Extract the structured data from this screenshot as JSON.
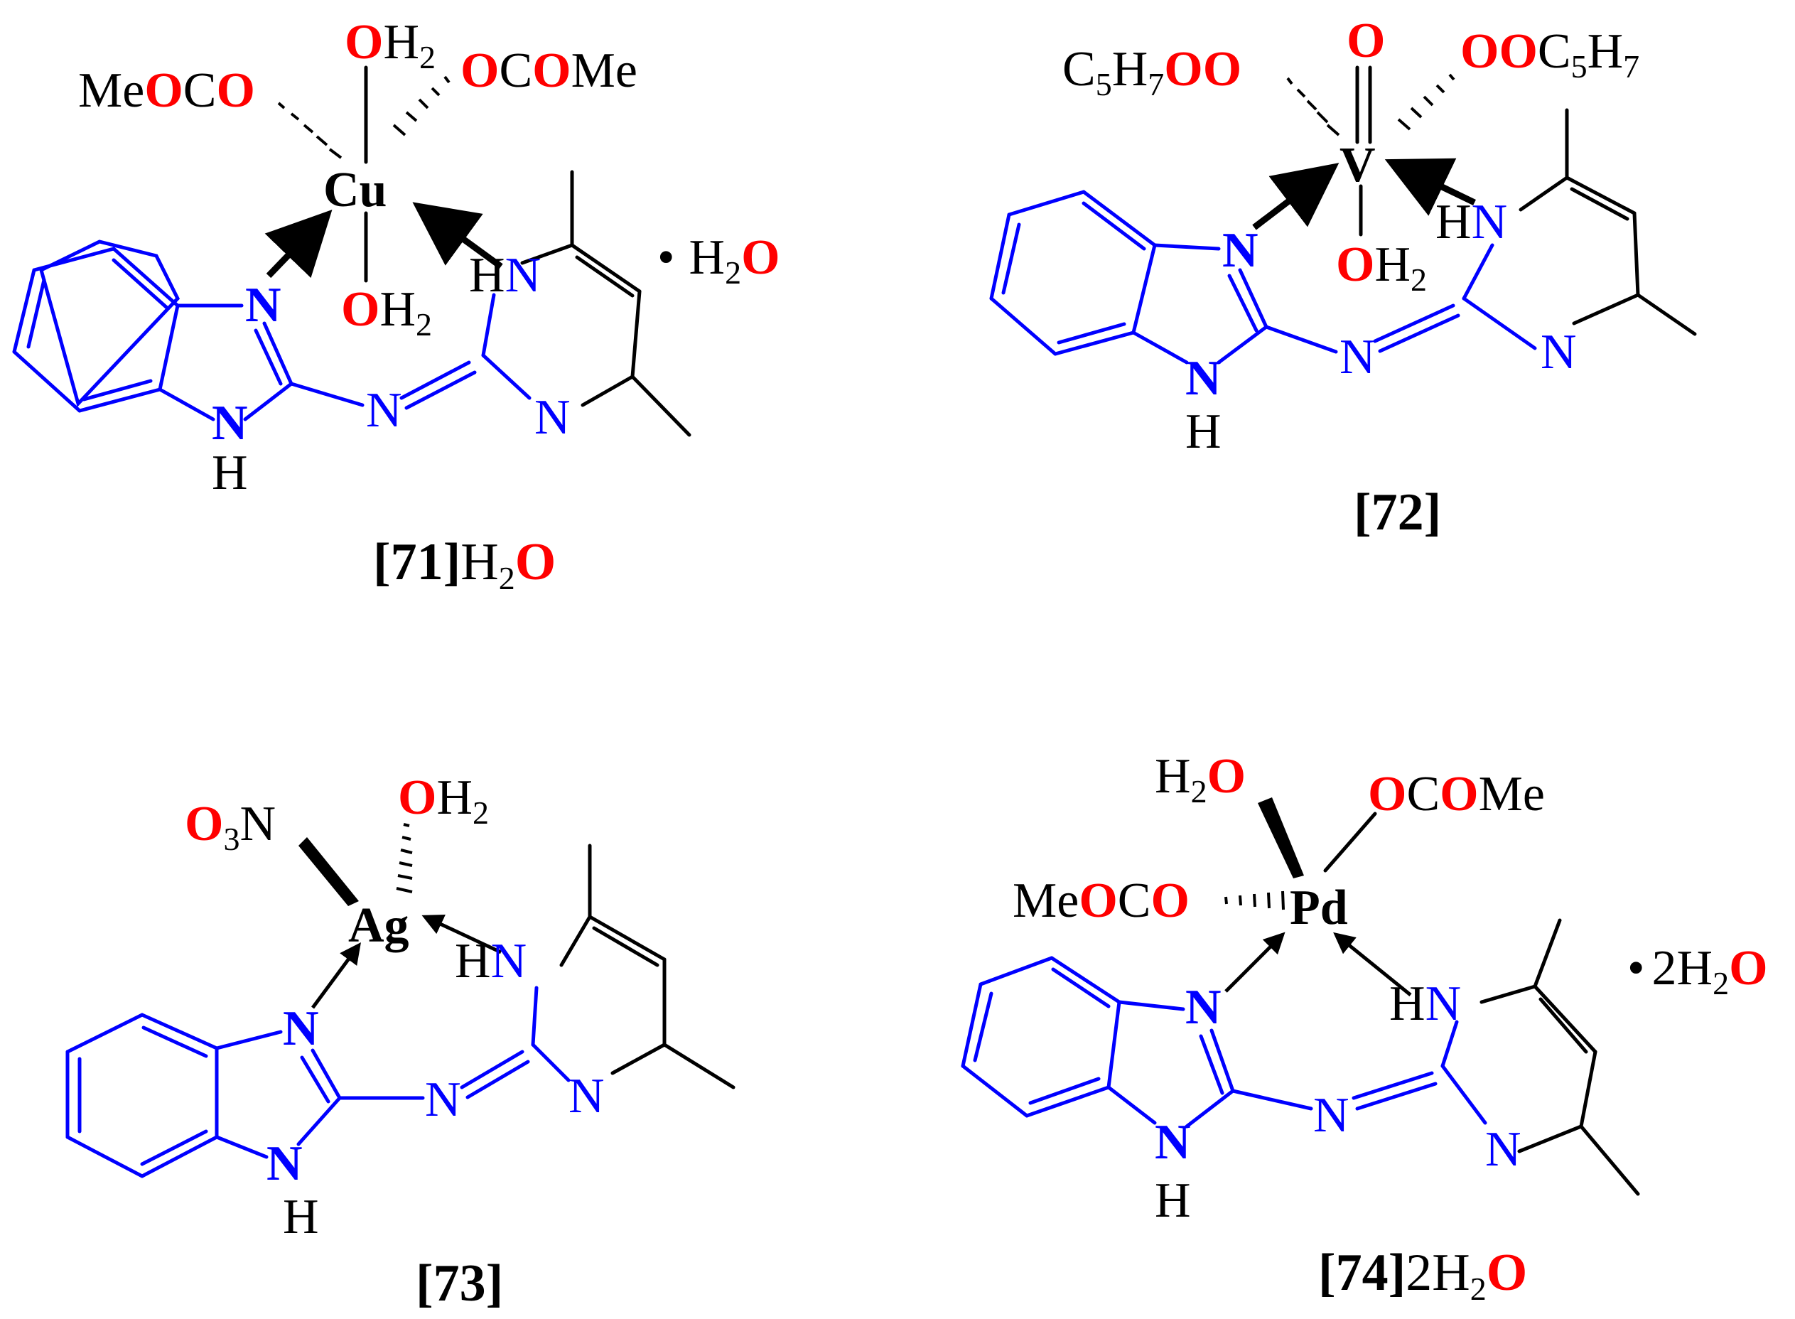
{
  "colors": {
    "oxygen": "#ff0000",
    "ligand": "#0000ff",
    "metal": "#000000"
  },
  "atoms": {
    "N": "N",
    "H": "H",
    "HN": "HN",
    "O": "O",
    "Me": "Me",
    "C": "C",
    "H2": "H",
    "two": "2",
    "three": "3",
    "five": "5",
    "seven": "7",
    "dot": "•"
  },
  "complexes": [
    {
      "id": "71",
      "metal": "Cu",
      "caption_label": "[71]",
      "caption_solvate": "H2O"
    },
    {
      "id": "72",
      "metal": "V",
      "caption_label": "[72]"
    },
    {
      "id": "73",
      "metal": "Ag",
      "caption_label": "[73]"
    },
    {
      "id": "74",
      "metal": "Pd",
      "caption_label": "[74]",
      "caption_prefix": "2"
    }
  ]
}
